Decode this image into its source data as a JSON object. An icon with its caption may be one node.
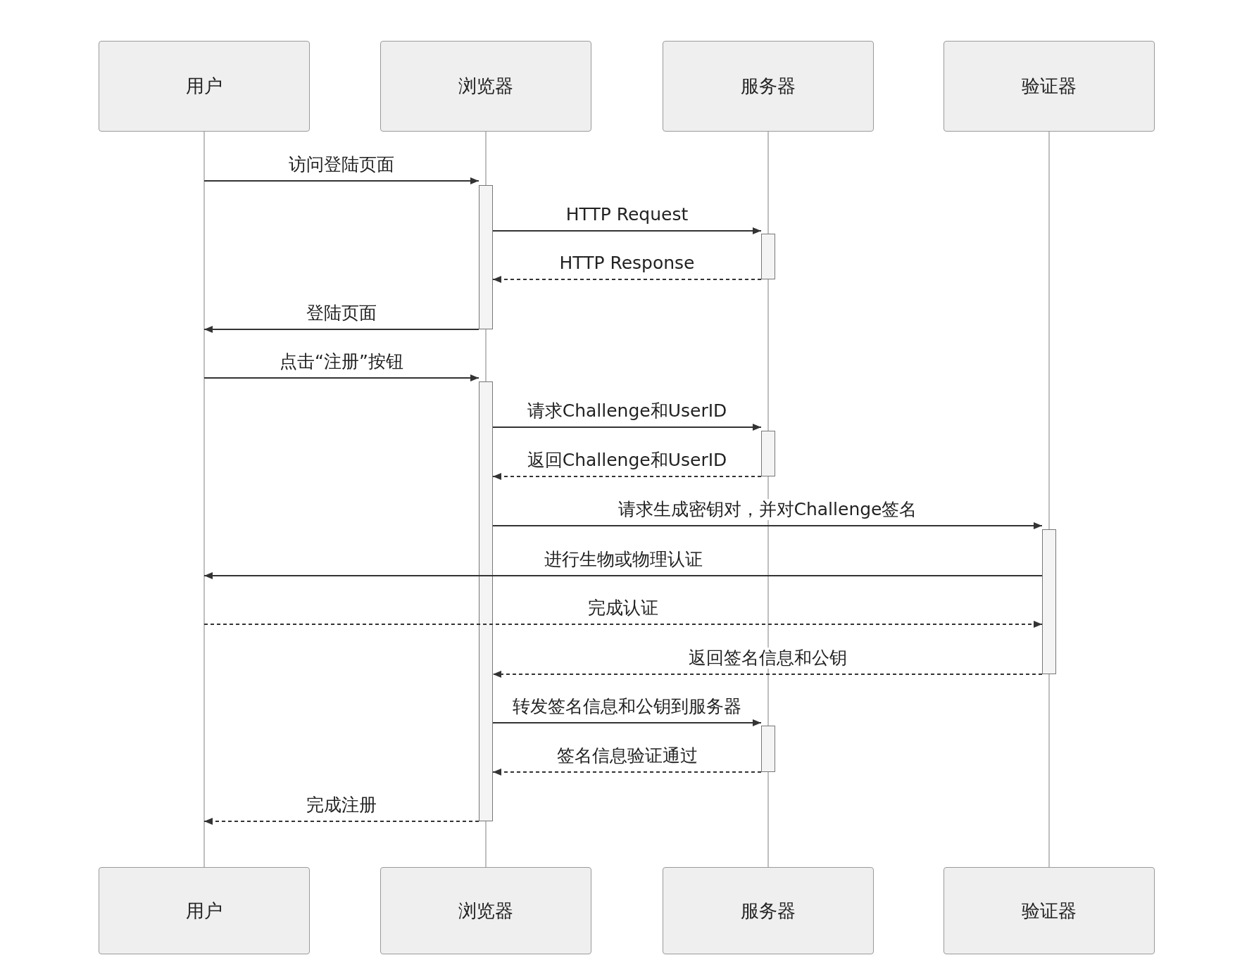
{
  "diagram": {
    "nodes": [
      {
        "text": [
          "用户"
        ]
      },
      {
        "text": [
          "浏览器"
        ]
      },
      {
        "text": [
          "服务器"
        ]
      },
      {
        "text": [
          "验证器"
        ]
      },
      {
        "text": [
          "用户"
        ]
      },
      {
        "text": [
          "浏览器"
        ]
      },
      {
        "text": [
          "服务器"
        ]
      },
      {
        "text": [
          "验证器"
        ]
      },
      {
        "text": [],
        "shape": "bar"
      },
      {
        "text": [],
        "shape": "bar"
      },
      {
        "text": [],
        "shape": "bar"
      },
      {
        "text": [],
        "shape": "bar"
      },
      {
        "text": [],
        "shape": "bar"
      },
      {
        "text": [],
        "shape": "bar"
      }
    ],
    "edges": [
      {
        "from": 0,
        "to": 4,
        "arrow": "none",
        "color": "#aaaaaa"
      },
      {
        "from": 1,
        "to": 8,
        "arrow": "none",
        "color": "#aaaaaa"
      },
      {
        "from": 8,
        "to": 10,
        "arrow": "none",
        "color": "#aaaaaa"
      },
      {
        "from": 10,
        "to": 5,
        "arrow": "none",
        "color": "#aaaaaa"
      },
      {
        "from": 2,
        "to": 9,
        "arrow": "none",
        "color": "#aaaaaa"
      },
      {
        "from": 9,
        "to": 11,
        "arrow": "none",
        "color": "#aaaaaa"
      },
      {
        "from": 11,
        "to": 13,
        "arrow": "none",
        "color": "#aaaaaa"
      },
      {
        "from": 13,
        "to": 6,
        "arrow": "none",
        "color": "#aaaaaa"
      },
      {
        "from": 3,
        "to": 12,
        "arrow": "none",
        "color": "#aaaaaa"
      },
      {
        "from": 12,
        "to": 7,
        "arrow": "none",
        "color": "#aaaaaa"
      },
      {
        "from": null,
        "to": 8,
        "arrow": "to",
        "label": "访问登陆页面"
      },
      {
        "from": 8,
        "to": 9,
        "arrow": "to",
        "label": "HTTP Request"
      },
      {
        "from": 9,
        "to": 8,
        "arrow": "to",
        "label": "HTTP Response",
        "style": "dashed"
      },
      {
        "from": 8,
        "to": null,
        "arrow": "to",
        "label": "登陆页面"
      },
      {
        "from": null,
        "to": 10,
        "arrow": "to",
        "label": "点击“注册”按钮"
      },
      {
        "from": 10,
        "to": 11,
        "arrow": "to",
        "label": "请求Challenge和UserID"
      },
      {
        "from": 11,
        "to": 10,
        "arrow": "to",
        "label": "返回Challenge和UserID",
        "style": "dashed"
      },
      {
        "from": 10,
        "to": 12,
        "arrow": "to",
        "label": "请求生成密钥对，并对Challenge签名"
      },
      {
        "from": 12,
        "to": null,
        "arrow": "to",
        "label": "进行生物或物理认证"
      },
      {
        "from": null,
        "to": 12,
        "arrow": "to",
        "label": "完成认证",
        "style": "dashed"
      },
      {
        "from": 12,
        "to": 10,
        "arrow": "to",
        "label": "返回签名信息和公钥",
        "style": "dashed"
      },
      {
        "from": 10,
        "to": 13,
        "arrow": "to",
        "label": "转发签名信息和公钥到服务器"
      },
      {
        "from": 13,
        "to": 10,
        "arrow": "to",
        "label": "签名信息验证通过",
        "style": "dashed"
      },
      {
        "from": 10,
        "to": null,
        "arrow": "to",
        "label": "完成注册",
        "style": "dashed"
      }
    ]
  }
}
